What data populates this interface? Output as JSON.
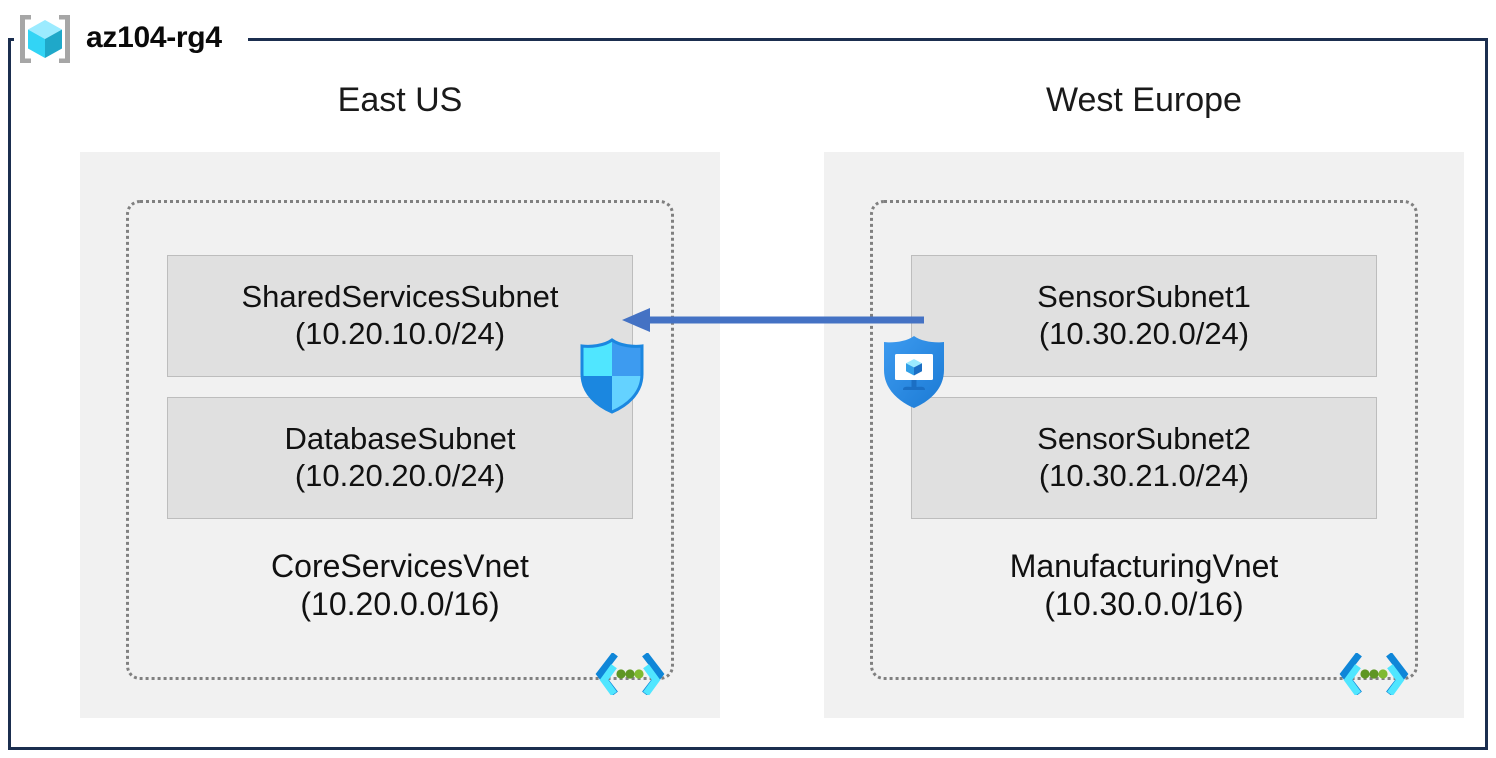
{
  "resource_group": {
    "name": "az104-rg4",
    "icon": "resource-group-cube-icon",
    "frame_color": "#1b2e4f"
  },
  "colors": {
    "region_box": "#f1f1f1",
    "subnet_box": "#e0e0e0",
    "vnet_border": "#808080",
    "arrow": "#4472c4",
    "azure_blue": "#0f86d8",
    "cyan": "#50e6ff",
    "frame": "#1b2e4f"
  },
  "regions": [
    {
      "label": "East US",
      "vnet": {
        "name": "CoreServicesVnet",
        "cidr": "(10.20.0.0/16)",
        "icon": "virtual-network-icon",
        "subnets": [
          {
            "name": "SharedServicesSubnet",
            "cidr": "(10.20.10.0/24)",
            "attached_icon": "network-security-group-shield-icon"
          },
          {
            "name": "DatabaseSubnet",
            "cidr": "(10.20.20.0/24)",
            "attached_icon": null
          }
        ]
      }
    },
    {
      "label": "West Europe",
      "vnet": {
        "name": "ManufacturingVnet",
        "cidr": "(10.30.0.0/16)",
        "icon": "virtual-network-icon",
        "subnets": [
          {
            "name": "SensorSubnet1",
            "cidr": "(10.30.20.0/24)",
            "attached_icon": "bastion-monitor-shield-icon"
          },
          {
            "name": "SensorSubnet2",
            "cidr": "(10.30.21.0/24)",
            "attached_icon": null
          }
        ]
      }
    }
  ],
  "connection": {
    "icon": "peering-arrow-left-icon",
    "direction": "right-to-left",
    "from": "SensorSubnet1",
    "to": "SharedServicesSubnet",
    "color": "#4472c4"
  }
}
